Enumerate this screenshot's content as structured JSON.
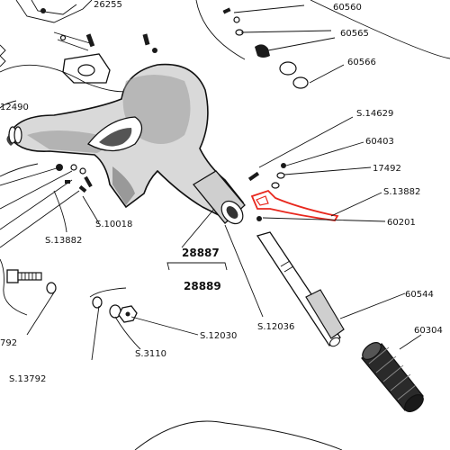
{
  "labels": {
    "p26255": "26255",
    "p12490": "12490",
    "p60560": "60560",
    "p60565": "60565",
    "p60566": "60566",
    "s14629": "S.14629",
    "p60403": "60403",
    "p17492": "17492",
    "s13882r": "S.13882",
    "p60201": "60201",
    "s10018": "S.10018",
    "s13882l": "S.13882",
    "p28887": "28887",
    "p28889": "28889",
    "s12036": "S.12036",
    "p60544": "60544",
    "p60304": "60304",
    "p792": "792",
    "s13792": "S.13792",
    "s3110": "S.3110",
    "s12030": "S.12030"
  },
  "colors": {
    "ink": "#111111",
    "highlight": "#e8281e",
    "background": "#ffffff"
  }
}
